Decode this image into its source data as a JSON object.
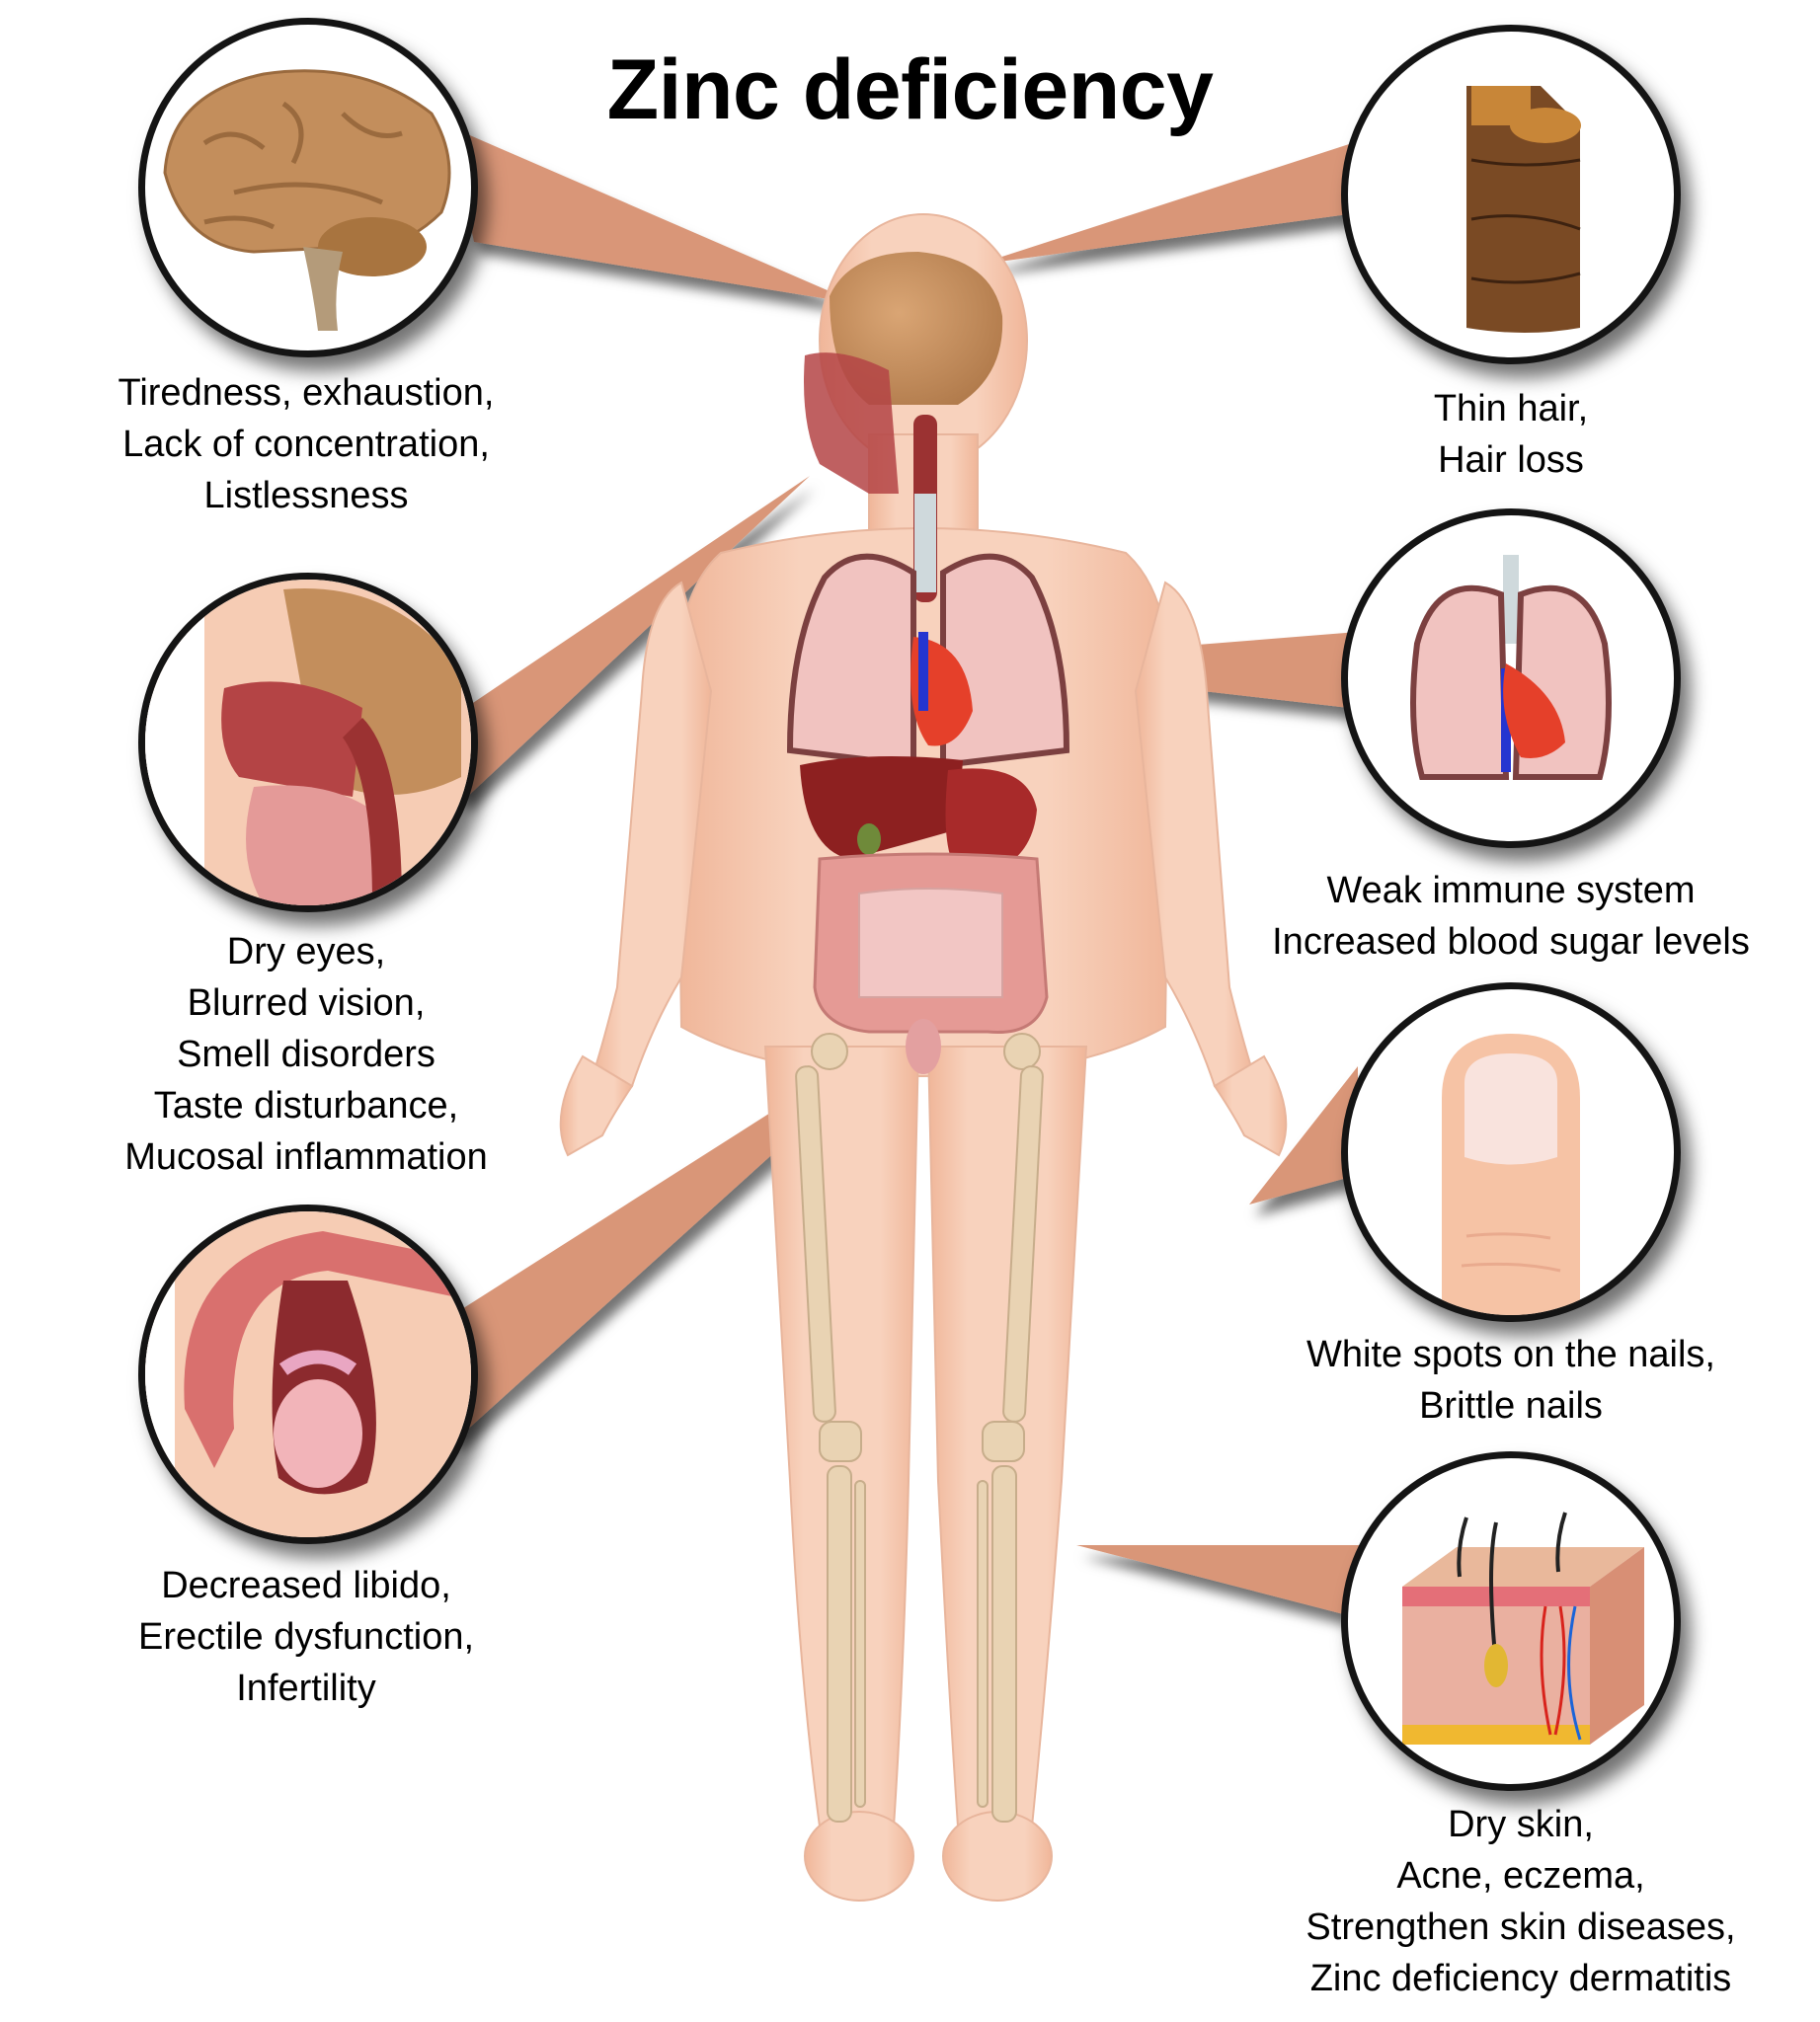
{
  "title": "Zinc deficiency",
  "colors": {
    "pointer": "#d99678",
    "skin": "#f6ccb4",
    "circle_border": "#141414",
    "bone": "#e9d3b3",
    "organ_red": "#8d2020",
    "intestine": "#e59a95",
    "lung": "#f1c3c0",
    "brain": "#c38e5c"
  },
  "callouts": [
    {
      "id": "brain",
      "side": "left",
      "icon": "brain-icon",
      "lines": [
        "Tiredness, exhaustion,",
        "Lack of concentration,",
        "Listlessness"
      ]
    },
    {
      "id": "head-section",
      "side": "left",
      "icon": "head-cross-section-icon",
      "lines": [
        "Dry eyes,",
        "Blurred vision,",
        "Smell disorders",
        "Taste disturbance,",
        "Mucosal inflammation"
      ]
    },
    {
      "id": "reproductive",
      "side": "left",
      "icon": "male-reproductive-organ-icon",
      "lines": [
        "Decreased libido,",
        "Erectile dysfunction,",
        "Infertility"
      ]
    },
    {
      "id": "hair",
      "side": "right",
      "icon": "hair-shaft-icon",
      "lines": [
        "Thin hair,",
        "Hair loss"
      ]
    },
    {
      "id": "lungs",
      "side": "right",
      "icon": "lungs-heart-icon",
      "lines": [
        "Weak immune system",
        "Increased blood sugar levels"
      ]
    },
    {
      "id": "nail",
      "side": "right",
      "icon": "fingernail-icon",
      "lines": [
        "White spots on the nails,",
        "Brittle nails"
      ]
    },
    {
      "id": "skin",
      "side": "right",
      "icon": "skin-layers-icon",
      "lines": [
        "Dry skin,",
        "Acne, eczema,",
        "Strengthen skin diseases,",
        "Zinc deficiency dermatitis"
      ]
    }
  ]
}
